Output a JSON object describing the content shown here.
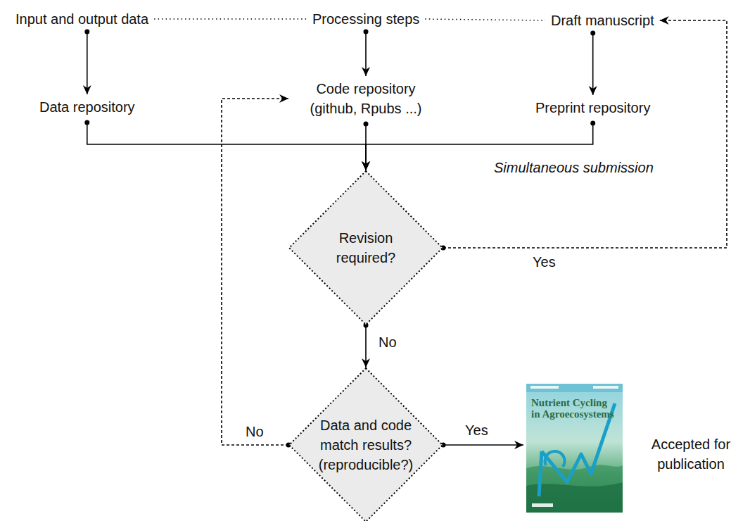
{
  "diagram": {
    "nodes": [
      {
        "text": [
          "Input and output data"
        ]
      },
      {
        "text": [
          "Processing steps"
        ]
      },
      {
        "text": [
          "Draft manuscript"
        ]
      },
      {
        "text": [
          "Data repository"
        ]
      },
      {
        "text": [
          "Code repository (github, Rpubs ...)"
        ]
      },
      {
        "text": [
          "Preprint repository"
        ]
      },
      {
        "text": [
          "Revision required?"
        ]
      },
      {
        "text": [
          "Data and code match results? (reproducible?)"
        ]
      },
      {
        "text": [
          "Nutrient Cycling in Agroecosystems",
          "Accepted for publication"
        ]
      }
    ],
    "edges": [
      {
        "from": 0,
        "to": 1,
        "arrow": "none"
      },
      {
        "from": 1,
        "to": 2,
        "arrow": "none"
      },
      {
        "from": 0,
        "to": 3,
        "arrow": "to"
      },
      {
        "from": 1,
        "to": 4,
        "arrow": "to"
      },
      {
        "from": 2,
        "to": 5,
        "arrow": "to"
      },
      {
        "from": 3,
        "to": 6,
        "arrow": "to"
      },
      {
        "from": 4,
        "to": 6,
        "arrow": "to"
      },
      {
        "from": 5,
        "to": 6,
        "arrow": "to"
      },
      {
        "from": 6,
        "to": 2,
        "label": "Yes",
        "arrow": "to"
      },
      {
        "from": 6,
        "to": 7,
        "label": "No",
        "arrow": "to"
      },
      {
        "from": 7,
        "to": 4,
        "label": "No",
        "arrow": "to"
      },
      {
        "from": 7,
        "to": 8,
        "label": "Yes",
        "arrow": "to"
      }
    ],
    "labels": [
      "Simultaneous submission"
    ]
  }
}
